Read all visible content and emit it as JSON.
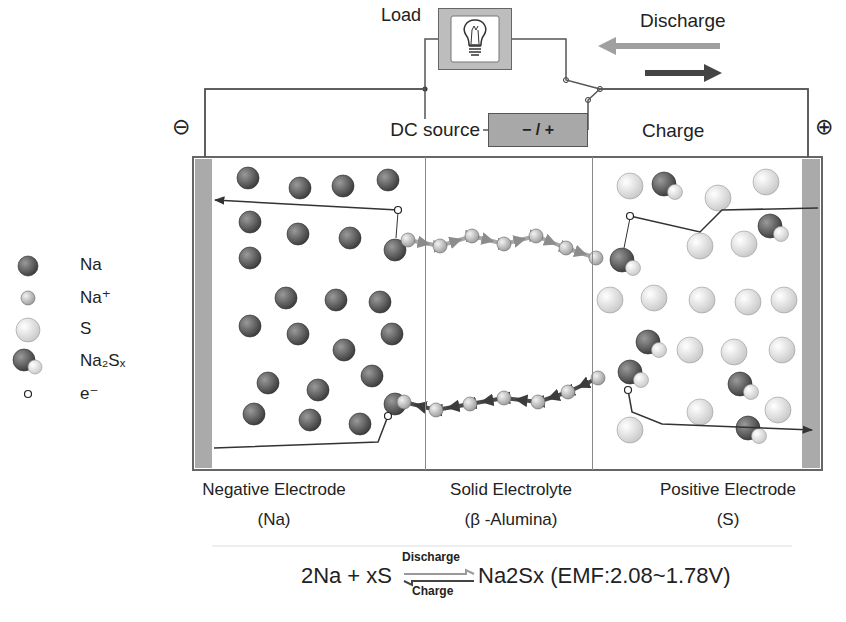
{
  "diagram": {
    "nodes": [
      {
        "text": [
          "Load"
        ]
      },
      {
        "text": [
          "DC source",
          "− / +"
        ]
      },
      {
        "text": [
          "Negative Electrode",
          "(Na)"
        ]
      },
      {
        "text": [
          "Solid Electrolyte",
          "(β -Alumina)"
        ]
      },
      {
        "text": [
          "Positive Electrode",
          "(S)"
        ]
      }
    ],
    "edges": [
      {
        "from": 2,
        "to": 0,
        "arrow": "none"
      },
      {
        "from": 2,
        "to": 1,
        "arrow": "none"
      },
      {
        "from": 0,
        "to": 4,
        "arrow": "none"
      },
      {
        "from": 1,
        "to": 4,
        "arrow": "none"
      }
    ],
    "labels": [
      "Discharge",
      "Charge",
      "⊖",
      "⊕",
      "2Na + xS",
      "Discharge",
      "Charge",
      "Na2Sx (EMF:2.08~1.78V)"
    ],
    "legend": [
      {
        "text": "Na"
      },
      {
        "text": "Na⁺"
      },
      {
        "text": "S"
      },
      {
        "text": "Na₂Sₓ"
      },
      {
        "text": "e⁻"
      }
    ]
  }
}
